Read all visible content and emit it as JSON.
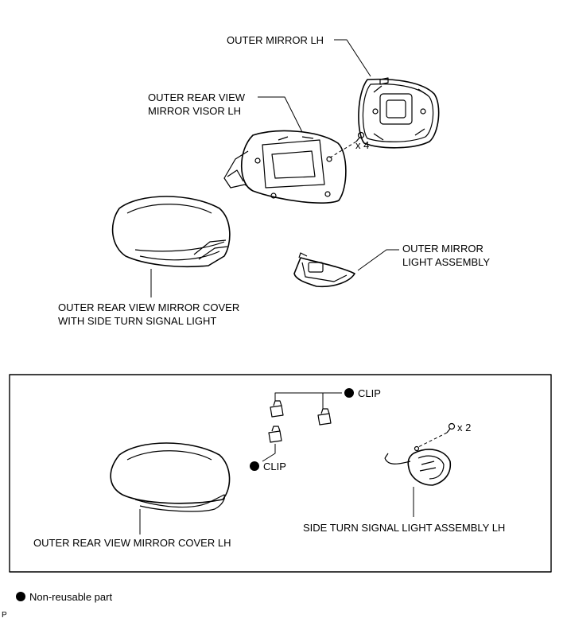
{
  "labels": {
    "outer_mirror": "OUTER MIRROR LH",
    "mirror_visor": "OUTER REAR VIEW\nMIRROR VISOR LH",
    "screw_count_top": "x 4",
    "mirror_light": "OUTER MIRROR\nLIGHT ASSEMBLY",
    "cover_with_signal": "OUTER REAR VIEW MIRROR COVER\nWITH SIDE TURN SIGNAL LIGHT",
    "clip_top": "CLIP",
    "clip_bottom": "CLIP",
    "screw_count_box": "x 2",
    "side_turn_signal": "SIDE TURN SIGNAL LIGHT ASSEMBLY LH",
    "mirror_cover": "OUTER REAR VIEW MIRROR COVER LH"
  },
  "legend": {
    "non_reusable": "Non-reusable part"
  },
  "corner_mark": "P"
}
